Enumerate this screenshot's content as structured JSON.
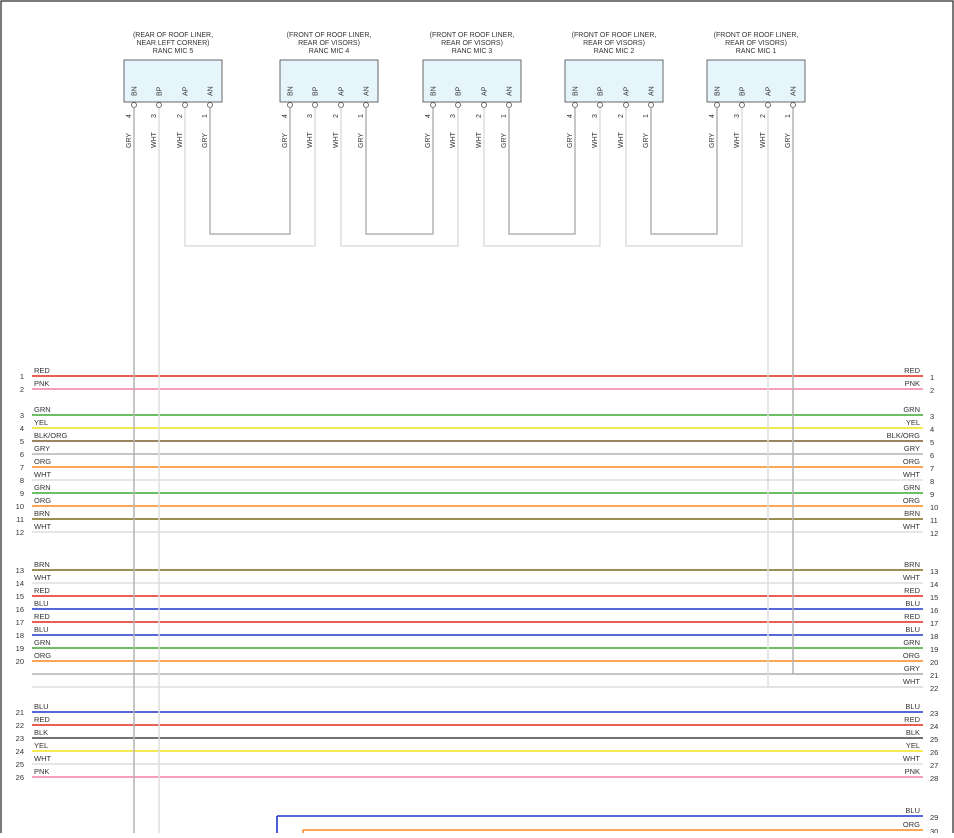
{
  "connectors": [
    {
      "caption": [
        "(REAR OF ROOF LINER,",
        "NEAR LEFT CORNER)",
        "RANC MIC 5"
      ],
      "pins": [
        {
          "name": "BN",
          "num": "4",
          "wire": "GRY"
        },
        {
          "name": "BP",
          "num": "3",
          "wire": "WHT"
        },
        {
          "name": "AP",
          "num": "2",
          "wire": "WHT"
        },
        {
          "name": "AN",
          "num": "1",
          "wire": "GRY"
        }
      ]
    },
    {
      "caption": [
        "(FRONT OF ROOF LINER,",
        "REAR OF VISORS)",
        "RANC MIC 4"
      ],
      "pins": [
        {
          "name": "BN",
          "num": "4",
          "wire": "GRY"
        },
        {
          "name": "BP",
          "num": "3",
          "wire": "WHT"
        },
        {
          "name": "AP",
          "num": "2",
          "wire": "WHT"
        },
        {
          "name": "AN",
          "num": "1",
          "wire": "GRY"
        }
      ]
    },
    {
      "caption": [
        "(FRONT OF ROOF LINER,",
        "REAR OF VISORS)",
        "RANC MIC 3"
      ],
      "pins": [
        {
          "name": "BN",
          "num": "4",
          "wire": "GRY"
        },
        {
          "name": "BP",
          "num": "3",
          "wire": "WHT"
        },
        {
          "name": "AP",
          "num": "2",
          "wire": "WHT"
        },
        {
          "name": "AN",
          "num": "1",
          "wire": "GRY"
        }
      ]
    },
    {
      "caption": [
        "(FRONT OF ROOF LINER,",
        "REAR OF VISORS)",
        "RANC MIC 2"
      ],
      "pins": [
        {
          "name": "BN",
          "num": "4",
          "wire": "GRY"
        },
        {
          "name": "BP",
          "num": "3",
          "wire": "WHT"
        },
        {
          "name": "AP",
          "num": "2",
          "wire": "WHT"
        },
        {
          "name": "AN",
          "num": "1",
          "wire": "GRY"
        }
      ]
    },
    {
      "caption": [
        "(FRONT OF ROOF LINER,",
        "REAR OF VISORS)",
        "RANC MIC 1"
      ],
      "pins": [
        {
          "name": "BN",
          "num": "4",
          "wire": "GRY"
        },
        {
          "name": "BP",
          "num": "3",
          "wire": "WHT"
        },
        {
          "name": "AP",
          "num": "2",
          "wire": "WHT"
        },
        {
          "name": "AN",
          "num": "1",
          "wire": "GRY"
        }
      ]
    }
  ],
  "colors": {
    "RED": "#e02a1f",
    "PNK": "#f07fa0",
    "GRN": "#3caa32",
    "YEL": "#f2e21a",
    "BLK/ORG": "#7a5a2a",
    "GRY": "#b4b4b4",
    "ORG": "#f58a1f",
    "WHT": "#dddddd",
    "BRN": "#7b6a1c",
    "BLU": "#1f35c8",
    "BLK": "#444444"
  },
  "wires": [
    {
      "left_num": "1",
      "left_label": "RED",
      "right_label": "RED",
      "right_num": "1",
      "color": "RED"
    },
    {
      "left_num": "2",
      "left_label": "PNK",
      "right_label": "PNK",
      "right_num": "2",
      "color": "PNK"
    },
    {
      "left_num": "3",
      "left_label": "GRN",
      "right_label": "GRN",
      "right_num": "3",
      "color": "GRN"
    },
    {
      "left_num": "4",
      "left_label": "YEL",
      "right_label": "YEL",
      "right_num": "4",
      "color": "YEL"
    },
    {
      "left_num": "5",
      "left_label": "BLK/ORG",
      "right_label": "BLK/ORG",
      "right_num": "5",
      "color": "BLK/ORG"
    },
    {
      "left_num": "6",
      "left_label": "GRY",
      "right_label": "GRY",
      "right_num": "6",
      "color": "GRY"
    },
    {
      "left_num": "7",
      "left_label": "ORG",
      "right_label": "ORG",
      "right_num": "7",
      "color": "ORG"
    },
    {
      "left_num": "8",
      "left_label": "WHT",
      "right_label": "WHT",
      "right_num": "8",
      "color": "WHT"
    },
    {
      "left_num": "9",
      "left_label": "GRN",
      "right_label": "GRN",
      "right_num": "9",
      "color": "GRN"
    },
    {
      "left_num": "10",
      "left_label": "ORG",
      "right_label": "ORG",
      "right_num": "10",
      "color": "ORG"
    },
    {
      "left_num": "11",
      "left_label": "BRN",
      "right_label": "BRN",
      "right_num": "11",
      "color": "BRN"
    },
    {
      "left_num": "12",
      "left_label": "WHT",
      "right_label": "WHT",
      "right_num": "12",
      "color": "WHT"
    },
    {
      "left_num": "13",
      "left_label": "BRN",
      "right_label": "BRN",
      "right_num": "13",
      "color": "BRN"
    },
    {
      "left_num": "14",
      "left_label": "WHT",
      "right_label": "WHT",
      "right_num": "14",
      "color": "WHT"
    },
    {
      "left_num": "15",
      "left_label": "RED",
      "right_label": "RED",
      "right_num": "15",
      "color": "RED"
    },
    {
      "left_num": "16",
      "left_label": "BLU",
      "right_label": "BLU",
      "right_num": "16",
      "color": "BLU"
    },
    {
      "left_num": "17",
      "left_label": "RED",
      "right_label": "RED",
      "right_num": "17",
      "color": "RED"
    },
    {
      "left_num": "18",
      "left_label": "BLU",
      "right_label": "BLU",
      "right_num": "18",
      "color": "BLU"
    },
    {
      "left_num": "19",
      "left_label": "GRN",
      "right_label": "GRN",
      "right_num": "19",
      "color": "GRN"
    },
    {
      "left_num": "20",
      "left_label": "ORG",
      "right_label": "ORG",
      "right_num": "20",
      "color": "ORG"
    },
    {
      "left_num": "",
      "left_label": "",
      "right_label": "GRY",
      "right_num": "21",
      "color": "GRY"
    },
    {
      "left_num": "",
      "left_label": "",
      "right_label": "WHT",
      "right_num": "22",
      "color": "WHT"
    },
    {
      "left_num": "21",
      "left_label": "BLU",
      "right_label": "BLU",
      "right_num": "23",
      "color": "BLU"
    },
    {
      "left_num": "22",
      "left_label": "RED",
      "right_label": "RED",
      "right_num": "24",
      "color": "RED"
    },
    {
      "left_num": "23",
      "left_label": "BLK",
      "right_label": "BLK",
      "right_num": "25",
      "color": "BLK"
    },
    {
      "left_num": "24",
      "left_label": "YEL",
      "right_label": "YEL",
      "right_num": "26",
      "color": "YEL"
    },
    {
      "left_num": "25",
      "left_label": "WHT",
      "right_label": "WHT",
      "right_num": "27",
      "color": "WHT"
    },
    {
      "left_num": "26",
      "left_label": "PNK",
      "right_label": "PNK",
      "right_num": "28",
      "color": "PNK"
    },
    {
      "left_num": "",
      "left_label": "",
      "right_label": "BLU",
      "right_num": "29",
      "color": "BLU"
    },
    {
      "left_num": "",
      "left_label": "",
      "right_label": "ORG",
      "right_num": "30",
      "color": "ORG"
    }
  ]
}
